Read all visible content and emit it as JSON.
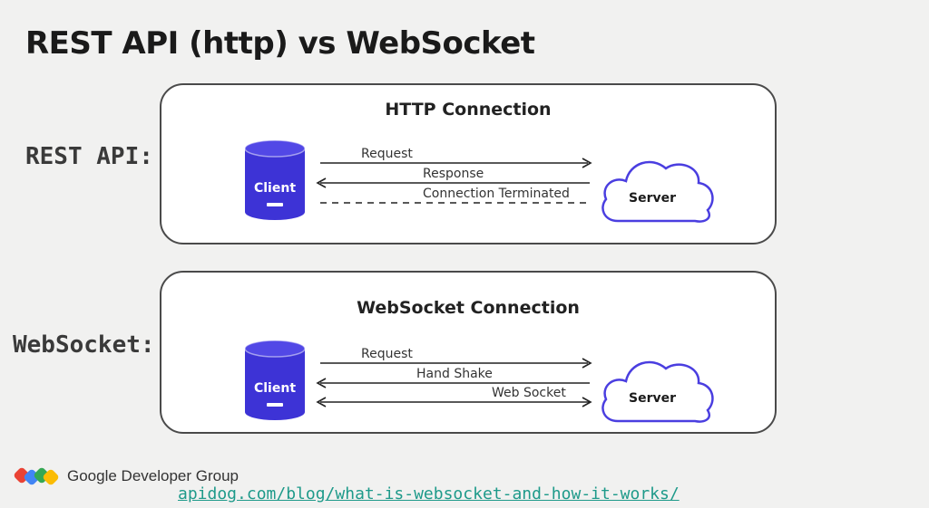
{
  "title": "REST API (http) vs WebSocket",
  "rest": {
    "row_label": "REST API:",
    "panel_title": "HTTP Connection",
    "client_label": "Client",
    "server_label": "Server",
    "arrows": [
      {
        "label": "Request",
        "direction": "client-to-server",
        "style": "solid"
      },
      {
        "label": "Response",
        "direction": "server-to-client",
        "style": "solid"
      },
      {
        "label": "Connection Terminated",
        "direction": "none",
        "style": "dashed"
      }
    ]
  },
  "websocket": {
    "row_label": "WebSocket:",
    "panel_title": "WebSocket Connection",
    "client_label": "Client",
    "server_label": "Server",
    "arrows": [
      {
        "label": "Request",
        "direction": "client-to-server",
        "style": "solid"
      },
      {
        "label": "Hand Shake",
        "direction": "server-to-client",
        "style": "solid"
      },
      {
        "label": "Web Socket",
        "direction": "bidirectional",
        "style": "solid"
      }
    ]
  },
  "footer": {
    "org_name": "Google Developer Group",
    "link": "apidog.com/blog/what-is-websocket-and-how-it-works/"
  },
  "colors": {
    "accent": "#3d33d6",
    "cloud_stroke": "#4a3ee0",
    "link": "#1e9a8a"
  }
}
